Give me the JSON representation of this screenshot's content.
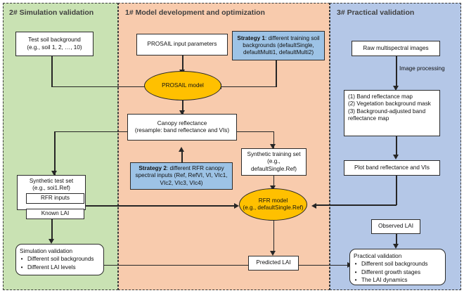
{
  "panels": [
    {
      "id": "simulation",
      "title": "2# Simulation validation",
      "color": "#c9e2b3"
    },
    {
      "id": "model",
      "title": "1# Model development and optimization",
      "color": "#f8cbad"
    },
    {
      "id": "practical",
      "title": "3# Practical validation",
      "color": "#b4c7e7"
    }
  ],
  "simulation": {
    "test_soil_background": {
      "line1": "Test soil background",
      "line2": "(e.g., soil 1, 2, …, 10)"
    },
    "synthetic_test_set": {
      "line1": "Synthetic test set",
      "line2": "(e.g., soi1.Ref)"
    },
    "rfr_inputs": "RFR inputs",
    "known_lai": "Known LAI",
    "simulation_validation": {
      "title": "Simulation validation",
      "bullets": [
        "Different soil backgrounds",
        "Different LAI levels"
      ]
    }
  },
  "model": {
    "prosail_input_parameters": "PROSAIL input parameters",
    "strategy1": {
      "label": "Strategy 1",
      "text": ": different training soil backgrounds (defaultSingle, defaultMulti1, defaultMulti2)"
    },
    "prosail_model": "PROSAIL model",
    "canopy_reflectance": {
      "line1": "Canopy reflectance",
      "line2": "(resample: band reflectance and VIs)"
    },
    "strategy2": {
      "label": "Strategy 2",
      "text": ": different RFR canopy spectral inputs (Ref, RefVI, VI, VIc1, VIc2, VIc3, VIc4)"
    },
    "synthetic_training_set": {
      "line1": "Synthetic training set",
      "line2": "(e.g., defaultSingle.Ref)"
    },
    "rfr_model": {
      "line1": "RFR model",
      "line2": "(e.g., defaultSingle.Ref)"
    },
    "predicted_lai": "Predicted LAI"
  },
  "practical": {
    "raw_multispectral_images": "Raw multispectral images",
    "image_processing_label": "Image processing",
    "processing_steps": {
      "line1": "(1) Band reflectance map",
      "line2": "(2) Vegetation background mask",
      "line3": "(3) Background-adjusted band",
      "line4": "reflectance map"
    },
    "plot_band_reflectance": "Plot band reflectance and VIs",
    "observed_lai": "Observed LAI",
    "practical_validation": {
      "title": "Practical validation",
      "bullets": [
        "Different soil backgrounds",
        "Different growth stages",
        "The LAI dynamics"
      ]
    }
  },
  "colors": {
    "green_panel": "#c9e2b3",
    "orange_panel": "#f8cbad",
    "blue_panel": "#b4c7e7",
    "strategy_box": "#9dc3e6",
    "model_ellipse": "#ffc000",
    "connector": "#262626"
  }
}
